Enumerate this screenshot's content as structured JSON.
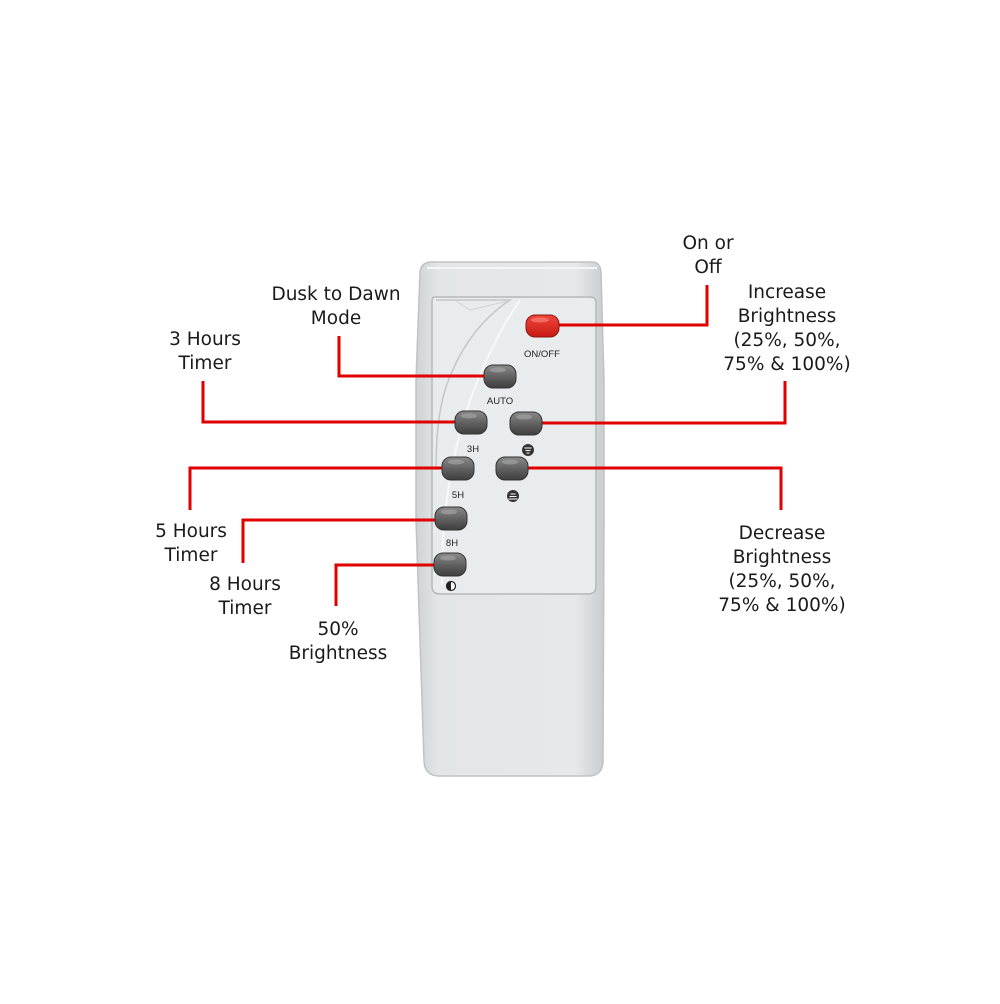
{
  "remote": {
    "buttons": {
      "on_off": "ON/OFF",
      "auto": "AUTO",
      "timer_3h": "3H",
      "timer_5h": "5H",
      "timer_8h": "8H"
    },
    "icons": {
      "brightness_up": "brightness-increase-icon",
      "brightness_down": "brightness-decrease-icon",
      "half_brightness": "half-brightness-icon"
    }
  },
  "callouts": {
    "on_off": [
      "On or",
      "Off"
    ],
    "dusk_to_dawn": [
      "Dusk to Dawn",
      "Mode"
    ],
    "timer_3h": [
      "3 Hours",
      "Timer"
    ],
    "increase_brightness": [
      "Increase",
      "Brightness",
      "(25%, 50%,",
      "75% & 100%)"
    ],
    "timer_5h": [
      "5 Hours",
      "Timer"
    ],
    "timer_8h": [
      "8 Hours",
      "Timer"
    ],
    "half_brightness": [
      "50%",
      "Brightness"
    ],
    "decrease_brightness": [
      "Decrease",
      "Brightness",
      "(25%, 50%,",
      "75% & 100%)"
    ]
  },
  "colors": {
    "leader_line": "#e00000",
    "remote_body": "#e4e7e8",
    "button_gray": "#6a6a6a",
    "button_power": "#e42a22"
  }
}
